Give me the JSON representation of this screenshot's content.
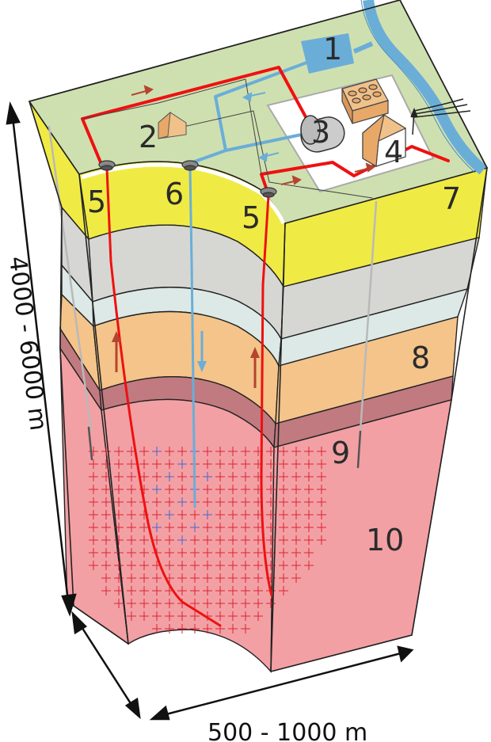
{
  "labels": {
    "n1": "1",
    "n2": "2",
    "n3": "3",
    "n4": "4",
    "n5a": "5",
    "n6": "6",
    "n5b": "5",
    "n7": "7",
    "n8": "8",
    "n9": "9",
    "n10": "10"
  },
  "dimensions": {
    "depth": "4000 - 6000 m",
    "width": "500 - 1000 m"
  },
  "colors": {
    "surface": "#cfe0b0",
    "layer_yellow": "#f0eb44",
    "layer_grey": "#d6d7d2",
    "layer_lightblue": "#dce9e6",
    "layer_orange": "#f4c48a",
    "layer_brown": "#c07a80",
    "layer_pink": "#f2a0a4",
    "hot_pipe": "#ee1111",
    "cold_pipe": "#6aaed8",
    "fracture": "#dd2233",
    "water": "#6aaed8"
  }
}
